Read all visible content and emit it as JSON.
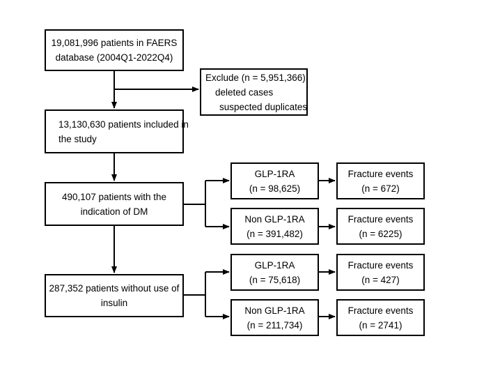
{
  "boxes": {
    "total": {
      "line1": "19,081,996 patients in FAERS",
      "line2": "database (2004Q1-2022Q4)"
    },
    "exclude": {
      "line1": "Exclude (n = 5,951,366)",
      "line2": "deleted cases",
      "line3": "suspected duplicates"
    },
    "included": {
      "line1": "13,130,630 patients included in",
      "line2": "the study"
    },
    "dm": {
      "line1": "490,107 patients with the",
      "line2": "indication of DM"
    },
    "no_insulin": {
      "line1": "287,352 patients without use of",
      "line2": "insulin"
    },
    "dm_glp": {
      "line1": "GLP-1RA",
      "line2": "(n = 98,625)"
    },
    "dm_nonglp": {
      "line1": "Non GLP-1RA",
      "line2": "(n = 391,482)"
    },
    "ni_glp": {
      "line1": "GLP-1RA",
      "line2": "(n = 75,618)"
    },
    "ni_nonglp": {
      "line1": "Non GLP-1RA",
      "line2": "(n = 211,734)"
    },
    "dm_glp_fx": {
      "line1": "Fracture events",
      "line2": "(n = 672)"
    },
    "dm_nonglp_fx": {
      "line1": "Fracture events",
      "line2": "(n = 6225)"
    },
    "ni_glp_fx": {
      "line1": "Fracture events",
      "line2": "(n = 427)"
    },
    "ni_nonglp_fx": {
      "line1": "Fracture events",
      "line2": "(n = 2741)"
    }
  },
  "colors": {
    "stroke": "#000000",
    "background": "#ffffff"
  }
}
